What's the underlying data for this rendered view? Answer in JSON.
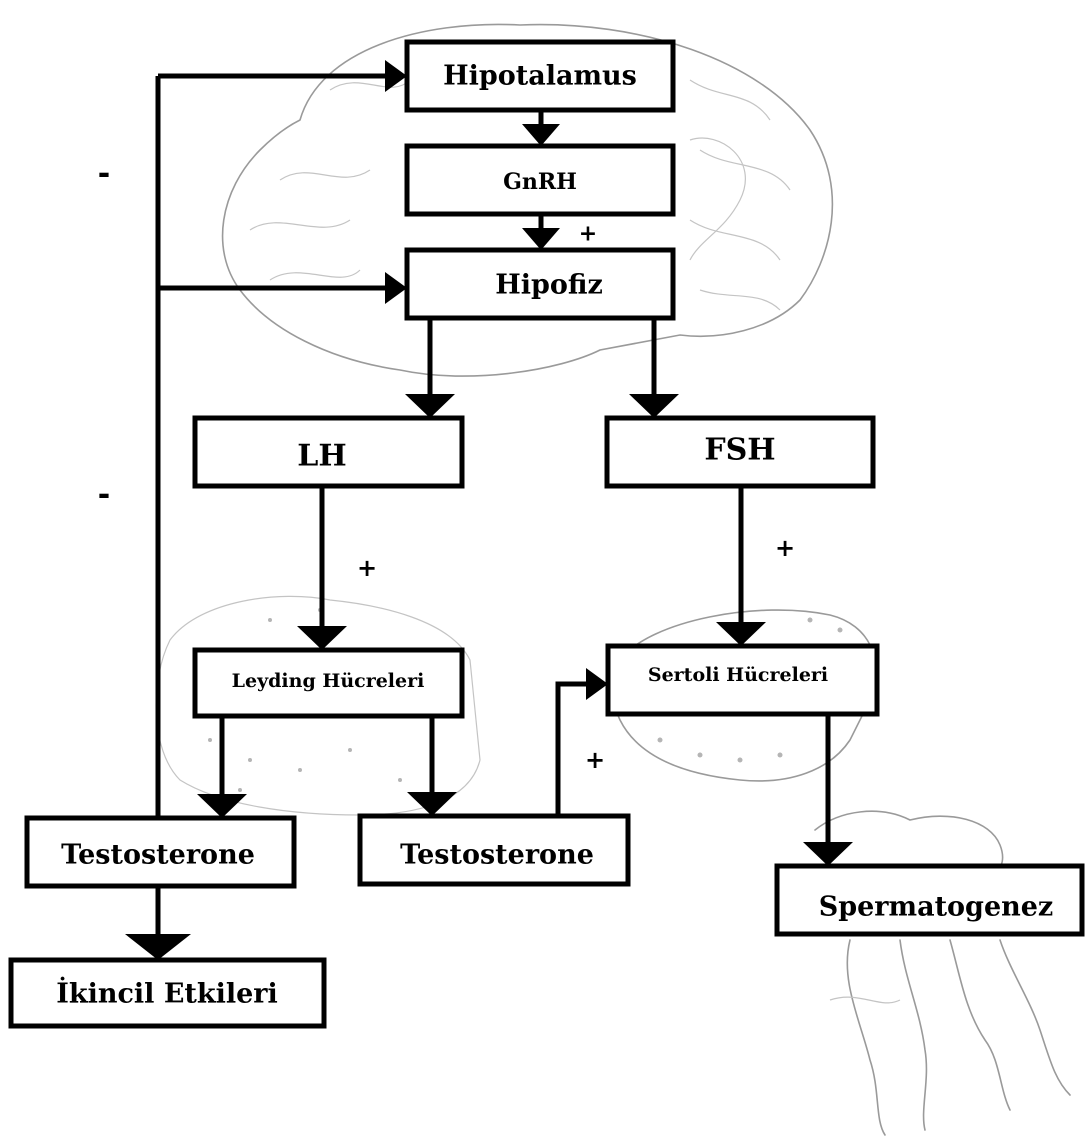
{
  "nodes": {
    "hipotalamus": "Hipotalamus",
    "gnrh": "GnRH",
    "hipofiz": "Hipofiz",
    "lh": "LH",
    "fsh": "FSH",
    "leydig": "Leyding Hücreleri",
    "sertoli": "Sertoli Hücreleri",
    "testosterone_left": "Testosterone",
    "testosterone_right": "Testosterone",
    "ikincil": "İkincil Etkileri",
    "spermatogenez": "Spermatogenez"
  },
  "signs": {
    "feedback_top": "-",
    "feedback_lower": "-",
    "gnrh_to_hipofiz": "+",
    "lh_to_leydig": "+",
    "fsh_to_sertoli": "+",
    "testosterone_to_sertoli": "+"
  },
  "colors": {
    "stroke": "#000000",
    "box_fill": "#ffffff",
    "background_sketch": "#9a9a9a"
  }
}
